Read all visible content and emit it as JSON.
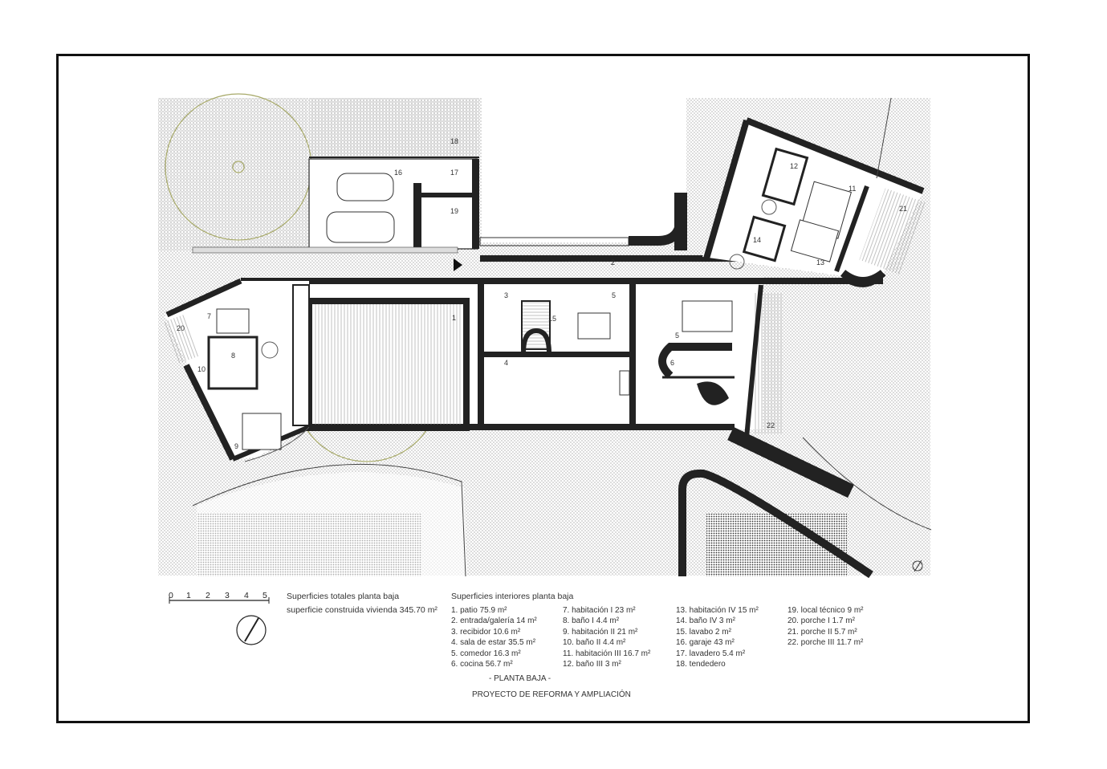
{
  "room_numbers": [
    "1",
    "2",
    "3",
    "4",
    "5",
    "5",
    "6",
    "7",
    "8",
    "9",
    "10",
    "11",
    "12",
    "13",
    "14",
    "15",
    "16",
    "17",
    "18",
    "19",
    "20",
    "21",
    "22"
  ],
  "scale_bar": {
    "ticks": [
      "0",
      "1",
      "2",
      "3",
      "4",
      "5"
    ]
  },
  "totals": {
    "heading": "Superficies totales planta baja",
    "built_area": "superficie construida vivienda 345.70 m²"
  },
  "interior": {
    "heading": "Superficies interiores planta baja",
    "columns": [
      [
        "1. patio 75.9 m²",
        "2. entrada/galería 14 m²",
        "3. recibidor 10.6 m²",
        "4. sala de estar 35.5 m²",
        "5. comedor 16.3 m²",
        "6. cocina 56.7 m²"
      ],
      [
        "7. habitación I 23 m²",
        "8. baño I 4.4 m²",
        "9. habitación II 21 m²",
        "10. baño II 4.4 m²",
        "11. habitación III 16.7 m²",
        "12. baño III 3 m²"
      ],
      [
        "13. habitación IV 15 m²",
        "14. baño IV 3 m²",
        "15. lavabo 2 m²",
        "16. garaje 43 m²",
        "17. lavadero 5.4 m²",
        "18. tendedero"
      ],
      [
        "19. local técnico 9 m²",
        "20. porche I  1.7 m²",
        "21. porche II  5.7 m²",
        "22. porche III  11.7 m²"
      ]
    ]
  },
  "footer": {
    "level": "- PLANTA BAJA -",
    "project": "PROYECTO DE REFORMA Y AMPLIACIÓN"
  }
}
